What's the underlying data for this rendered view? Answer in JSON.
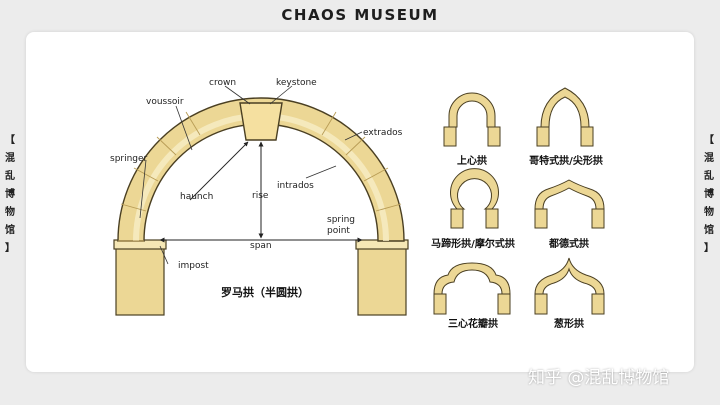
{
  "header": {
    "title": "CHAOS MUSEUM"
  },
  "side_label": [
    "【",
    "混",
    "乱",
    "博",
    "物",
    "馆",
    "】"
  ],
  "diagram": {
    "labels": {
      "crown": "crown",
      "keystone": "keystone",
      "voussoir": "voussoir",
      "extrados": "extrados",
      "springer": "springer",
      "haunch": "haunch",
      "rise": "rise",
      "intrados": "intrados",
      "spring_point_1": "spring",
      "spring_point_2": "point",
      "span": "span",
      "impost": "impost"
    },
    "main_caption": "罗马拱（半圆拱）",
    "arch_types": [
      "上心拱",
      "哥特式拱/尖形拱",
      "马蹄形拱/摩尔式拱",
      "都德式拱",
      "三心花瓣拱",
      "葱形拱"
    ]
  },
  "watermark": "知乎 @混乱博物馆",
  "colors": {
    "stone": "#ecd795",
    "stone_light": "#f5e7b5",
    "stone_shade": "#c9b06a",
    "outline": "#4a3f22",
    "background": "#ececec",
    "card": "#ffffff"
  }
}
